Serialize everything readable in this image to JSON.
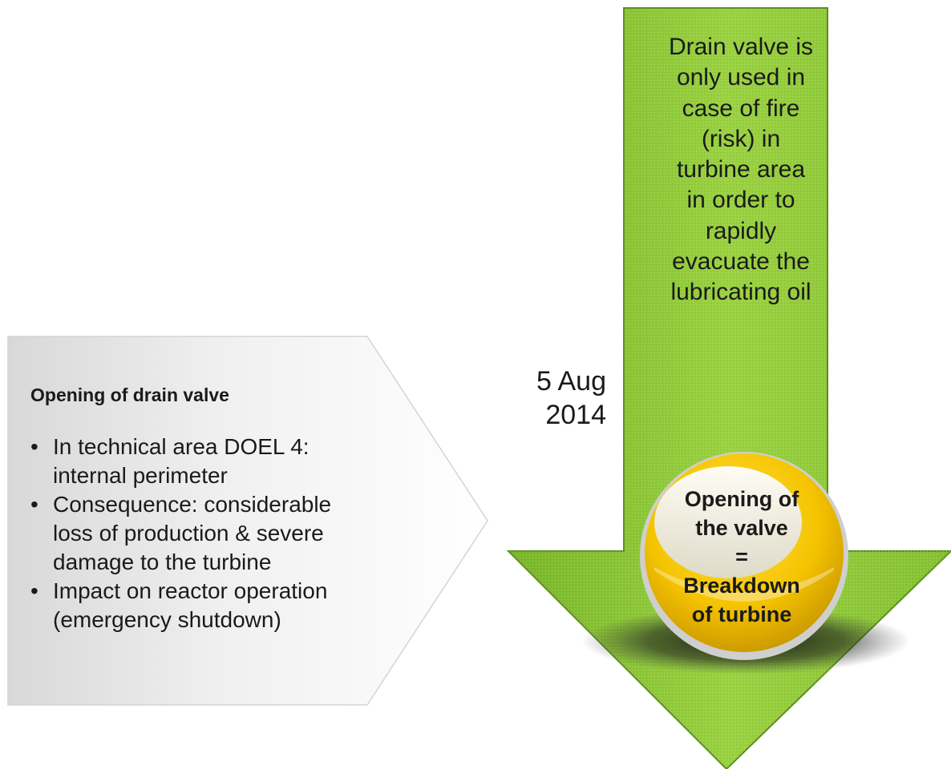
{
  "callout": {
    "heading": "Opening of drain valve",
    "bullet_symbol": "•",
    "bullets": [
      [
        "In technical area DOEL 4:",
        "internal perimeter"
      ],
      [
        "Consequence: considerable",
        "loss of production & severe",
        "damage to the turbine"
      ],
      [
        "Impact on reactor operation",
        "(emergency shutdown)"
      ]
    ]
  },
  "arrow": {
    "text_lines": [
      "Drain valve is",
      "only used in",
      "case of fire",
      "(risk) in",
      "turbine area",
      "in order to",
      "rapidly",
      "evacuate the",
      "lubricating oil"
    ],
    "color": "#8dc63f"
  },
  "date": {
    "line1": "5 Aug",
    "line2": "2014"
  },
  "circle": {
    "lines": [
      "Opening of",
      "the valve",
      "=",
      "Breakdown",
      "of turbine"
    ],
    "color": "#f7c600"
  },
  "callout_fill": "#ececec"
}
